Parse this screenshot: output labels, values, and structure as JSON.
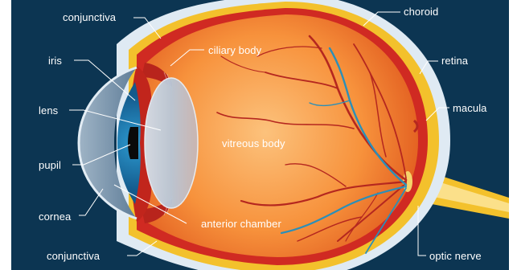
{
  "labels": {
    "conjunctiva_top": "conjunctiva",
    "iris": "iris",
    "lens": "lens",
    "pupil": "pupil",
    "cornea": "cornea",
    "conjunctiva_bottom": "conjunctiva",
    "ciliary_body": "ciliary body",
    "vitreous_body": "vitreous body",
    "anterior_chamber": "anterior chamber",
    "choroid": "choroid",
    "retina": "retina",
    "macula": "macula",
    "optic_nerve": "optic nerve"
  },
  "colors": {
    "background": "#0c3552",
    "sclera": "#dfeaf3",
    "choroid": "#f3c12c",
    "retina": "#d02a22",
    "vitreous_center": "#fbb268",
    "vitreous_edge": "#e05a1c",
    "iris": "#1f7fb8",
    "lens": "#b8c6d6",
    "artery": "#b5271f",
    "vein": "#2b8fb8",
    "text": "#ffffff"
  }
}
